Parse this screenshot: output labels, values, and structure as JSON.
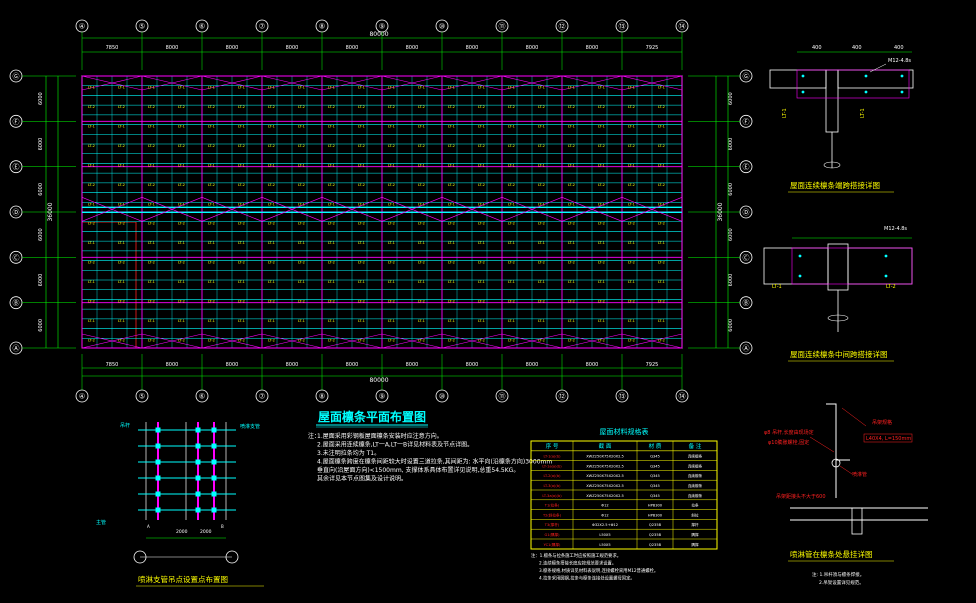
{
  "cad": {
    "background": "#000000",
    "colors": {
      "frame": "#ffffff",
      "grid": "#ff00ff",
      "purlin": "#00ffff",
      "dim": "#00ff00",
      "label": "#ffff00",
      "red": "#ff2020",
      "title": "#00ffff",
      "text": "#ffffff"
    }
  },
  "plan": {
    "columns_top": [
      "④",
      "⑤",
      "⑥",
      "⑦",
      "⑧",
      "⑨",
      "⑩",
      "⑪",
      "⑫",
      "⑬",
      "⑭"
    ],
    "rows_left": [
      "Ⓖ",
      "Ⓕ",
      "Ⓔ",
      "Ⓓ",
      "Ⓒ",
      "Ⓑ",
      "Ⓐ"
    ],
    "spans_top": [
      "7850",
      "8000",
      "8000",
      "8000",
      "8000",
      "8000",
      "8000",
      "8000",
      "8000",
      "7925"
    ],
    "total_length": "80000",
    "side_total": "36000",
    "row_spans": [
      "6000",
      "6000",
      "6000",
      "6000",
      "6000",
      "6000"
    ],
    "title": "屋面檩条平面布置图",
    "purlin_label_a": "LT-1",
    "purlin_label_b": "LT-2"
  },
  "notes": {
    "lead": "注：",
    "lines": [
      "1.屋面采用彩钢板屋面檩条安装时应注意方向。",
      "2.屋面采用连续檩条,LT一A,LT一B详见材料表及节点详图。",
      "3.未注明拉条均为 T1。",
      "4.屋面檩条跨度在檩条间距较大时设置三道拉条,其间距为: 水平向(沿檩条方向)3000mm",
      "  垂直向(沿屋面方向)<1500mm, 支撑体系具体布置详见说明,总重54.5KG。",
      "  其余详见本节点图集及设计说明。"
    ]
  },
  "table": {
    "title": "屋面材料规格表",
    "headers": [
      "序 号",
      "截 面",
      "材 质",
      "备 注"
    ],
    "rows": [
      [
        "LT-1(a)(b)",
        "XWZ250X75X20X2.5",
        "Q345",
        "连续檩条"
      ],
      [
        "LT-1a(a)(b)",
        "XWZ250X75X20X2.5",
        "Q345",
        "连续檩条"
      ],
      [
        "LT-2(a)(b)",
        "XWZ250X75X20X2.5",
        "Q345",
        "连续檩条"
      ],
      [
        "LT-3(a)(b)",
        "XWZ250X75X20X2.5",
        "Q345",
        "连续檩条"
      ],
      [
        "LT-3a(a)(b)",
        "XWZ250X75X20X2.5",
        "Q345",
        "连续檩条"
      ],
      [
        "T1(拉条)",
        "Φ12",
        "HPB300",
        "拉条"
      ],
      [
        "T2(斜拉条)",
        "Φ12",
        "HPB300",
        "斜拉"
      ],
      [
        "T3(撑杆)",
        "Φ32X2.5+Φ12",
        "Q235B",
        "撑杆"
      ],
      [
        "G1(隅撑)",
        "L50X5",
        "Q235B",
        "隅撑"
      ],
      [
        "YC1(隅撑)",
        "L50X5",
        "Q235B",
        "隅撑"
      ]
    ],
    "notes": [
      "注：1.檩条与拉条施工时应按照施工规范要求。",
      "2.连续檩条搭接长度应按规范要求设置。",
      "3.檩条规格,材质详见材料表说明,连接螺栓采用M12普通螺栓。",
      "4.拉条采用圆钢,拉条与檩条连接处设置螺母固定。"
    ]
  },
  "details": {
    "detail1_title": "屋面连续檩条端跨搭接详图",
    "detail2_title": "屋面连续檩条中间跨搭接详图",
    "detail3_title": "喷淋管在檩条处悬挂详图",
    "detail4_title": "喷淋支管吊点设置点布置图",
    "bolt_note_1": "M12-4.8s",
    "bolt_note_2": "M12-4.8s",
    "dim_400": "400",
    "lt_label": "LT-1",
    "lt_label2": "LT-2",
    "pipe_tag_1": "吊杆",
    "pipe_tag_2": "喷淋支管",
    "pipe_tag_3": "主管",
    "d3_note_1": "吊架规格",
    "d3_note_2": "L40X4, L=150mm",
    "d3_note_3": "φ8 吊杆,长度由现场定",
    "d3_note_4": "φ10膨胀螺栓,固定",
    "d3_note_5": "喷淋管",
    "d3_note_6": "吊架距接头不大于600",
    "d3_note_7": "注: 1.吊杆须与檩条焊接。",
    "d3_note_8": "2.吊架设置详见规范。",
    "d4_dim_1": "2000",
    "d4_dim_2": "2000",
    "d4_axis_a": "A",
    "d4_axis_b": "B"
  }
}
